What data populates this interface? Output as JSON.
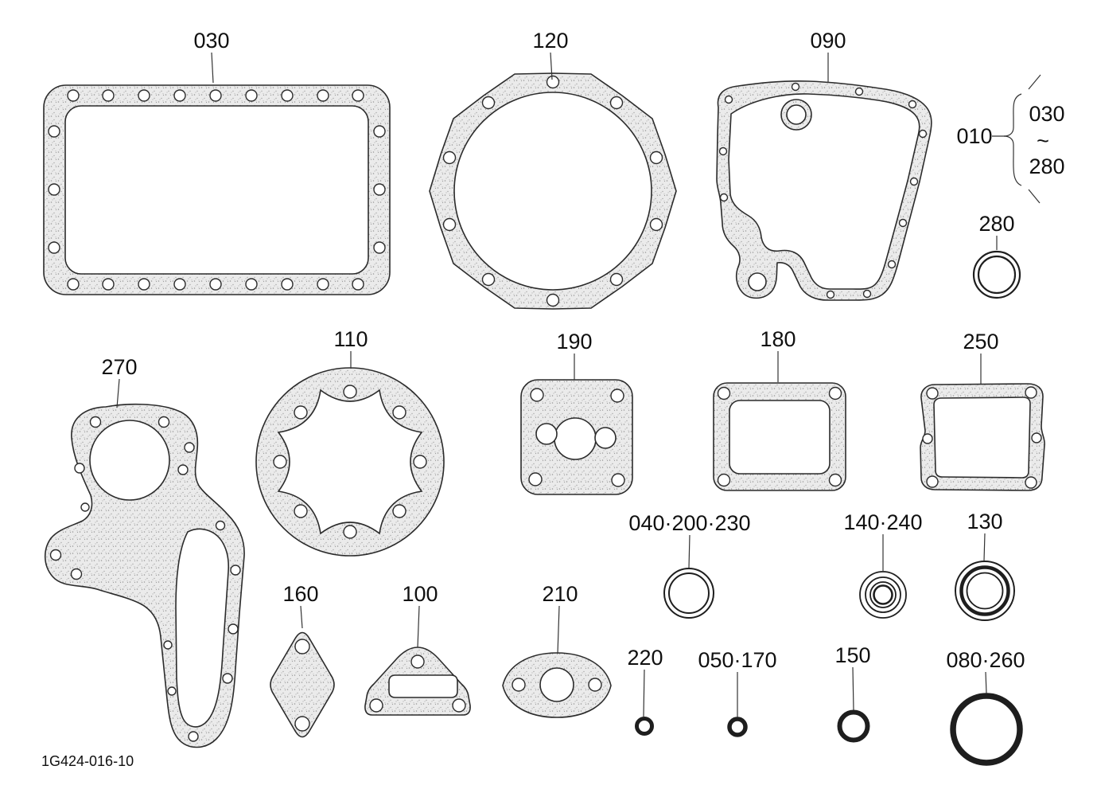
{
  "drawing_number": "1G424-016-10",
  "kit_reference": {
    "label": "010",
    "range_start": "030",
    "range_separator": "~",
    "range_end": "280"
  },
  "part_labels": {
    "p030": "030",
    "p120": "120",
    "p090": "090",
    "p280": "280",
    "p270": "270",
    "p110": "110",
    "p190": "190",
    "p180": "180",
    "p250": "250",
    "p040_200_230": "040·200·230",
    "p140_240": "140·240",
    "p130": "130",
    "p160": "160",
    "p100": "100",
    "p210": "210",
    "p220": "220",
    "p050_170": "050·170",
    "p150": "150",
    "p080_260": "080·260"
  },
  "colors": {
    "line": "#2b2b2b",
    "gasket_fill": "#ebebeb",
    "speckle": "#9a9a9a"
  }
}
